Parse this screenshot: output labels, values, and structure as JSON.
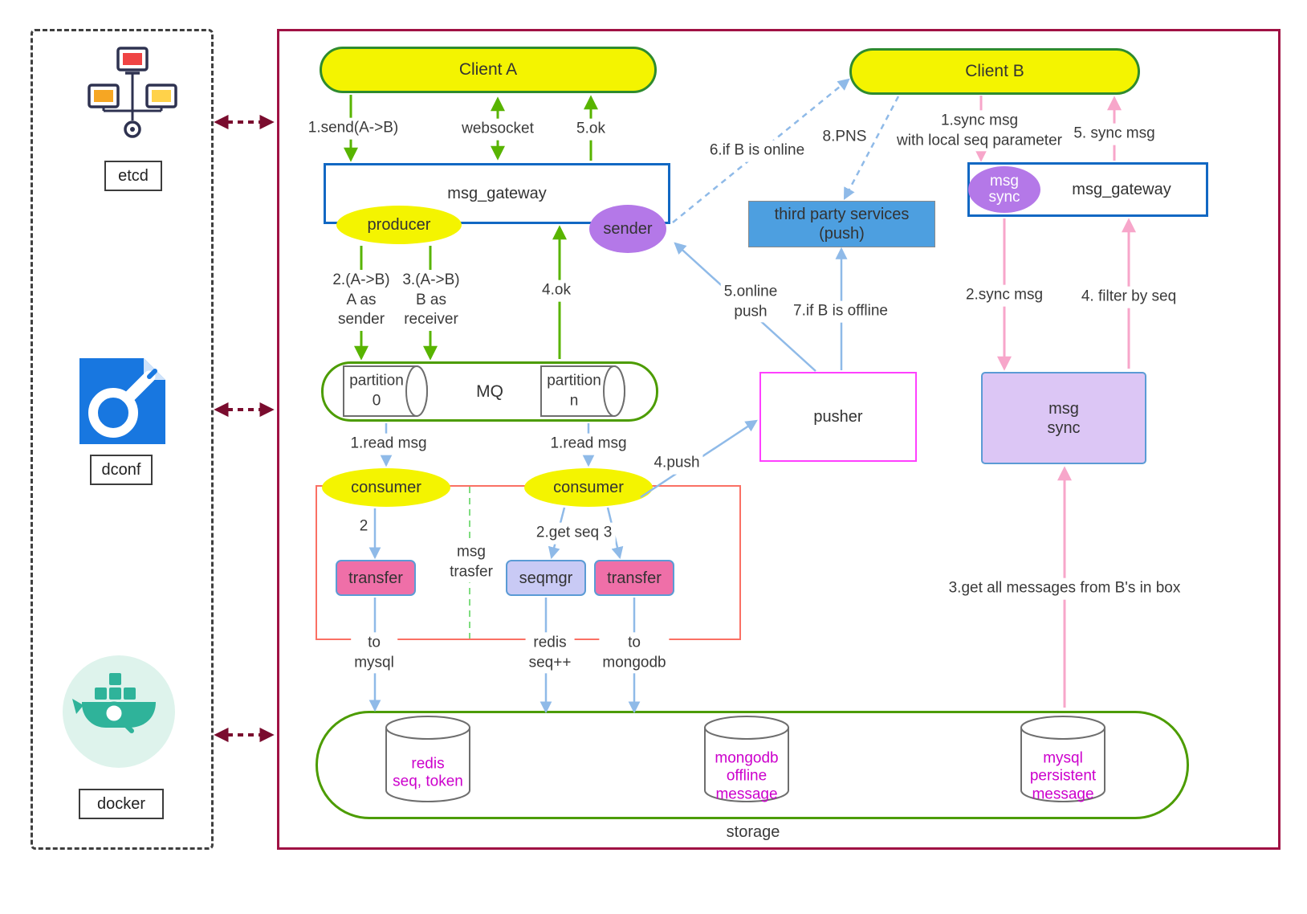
{
  "colors": {
    "green": "#58b400",
    "greenborder": "#2e8b2e",
    "greenline": "#4c9c00",
    "blue": "#8fbae8",
    "pink": "#f7a6ca",
    "maroon": "#7a0c2e",
    "mainborder": "#a01244",
    "yellow": "#f4f400",
    "purple": "#b478e8",
    "lpurple": "#dcc6f5",
    "pinknode": "#ef6fa8",
    "seqfill": "#c9caf5",
    "bluestroke": "#5b9bd5",
    "gateway": "#1268c3",
    "thirdparty": "#4d9fe0",
    "magenta": "#ff40ff",
    "cyltext": "#cc00cc",
    "redbox": "#fa7064"
  },
  "left_panel": {
    "etcd": "etcd",
    "dconf": "dconf",
    "docker": "docker"
  },
  "nodes": {
    "client_a": "Client A",
    "client_b": "Client B",
    "gateway_left": "msg_gateway",
    "gateway_right": "msg_gateway",
    "producer": "producer",
    "sender": "sender",
    "msg_sync_badge": "msg\nsync",
    "third_party": "third party services\n(push)",
    "mq": "MQ",
    "partition_0": "partition\n0",
    "partition_n": "partition\nn",
    "pusher": "pusher",
    "msg_sync_box": "msg\nsync",
    "consumer_left": "consumer",
    "consumer_right": "consumer",
    "msg_transfer_group": "msg\ntrasfer",
    "transfer_left": "transfer",
    "seqmgr": "seqmgr",
    "transfer_right": "transfer",
    "storage": "storage",
    "redis": "redis\nseq, token",
    "mongodb": "mongodb\noffline\nmessage",
    "mysql": "mysql\npersistent\nmessage"
  },
  "labels": {
    "send_1": "1.send(A->B)",
    "websocket": "websocket",
    "ok_5": "5.ok",
    "a_as_sender": "2.(A->B)\nA as\nsender",
    "b_as_receiver": "3.(A->B)\nB as\nreceiver",
    "ok_4": "4.ok",
    "read_msg_left": "1.read msg",
    "read_msg_right": "1.read msg",
    "push_4": "4.push",
    "step_2": "2",
    "get_seq": "2.get seq",
    "step_3": "3",
    "to_mysql": "to\nmysql",
    "redis_seq": "redis\nseq++",
    "to_mongodb": "to\nmongodb",
    "online_push": "5.online\npush",
    "if_offline": "7.if B is offline",
    "if_online": "6.if B is online",
    "pns": "8.PNS",
    "sync_msg_1": "1.sync msg\nwith local seq parameter",
    "sync_msg_5": "5. sync msg",
    "sync_msg_2": "2.sync msg",
    "filter_by_seq": "4. filter by seq",
    "get_all": "3.get all messages from B's in box"
  }
}
